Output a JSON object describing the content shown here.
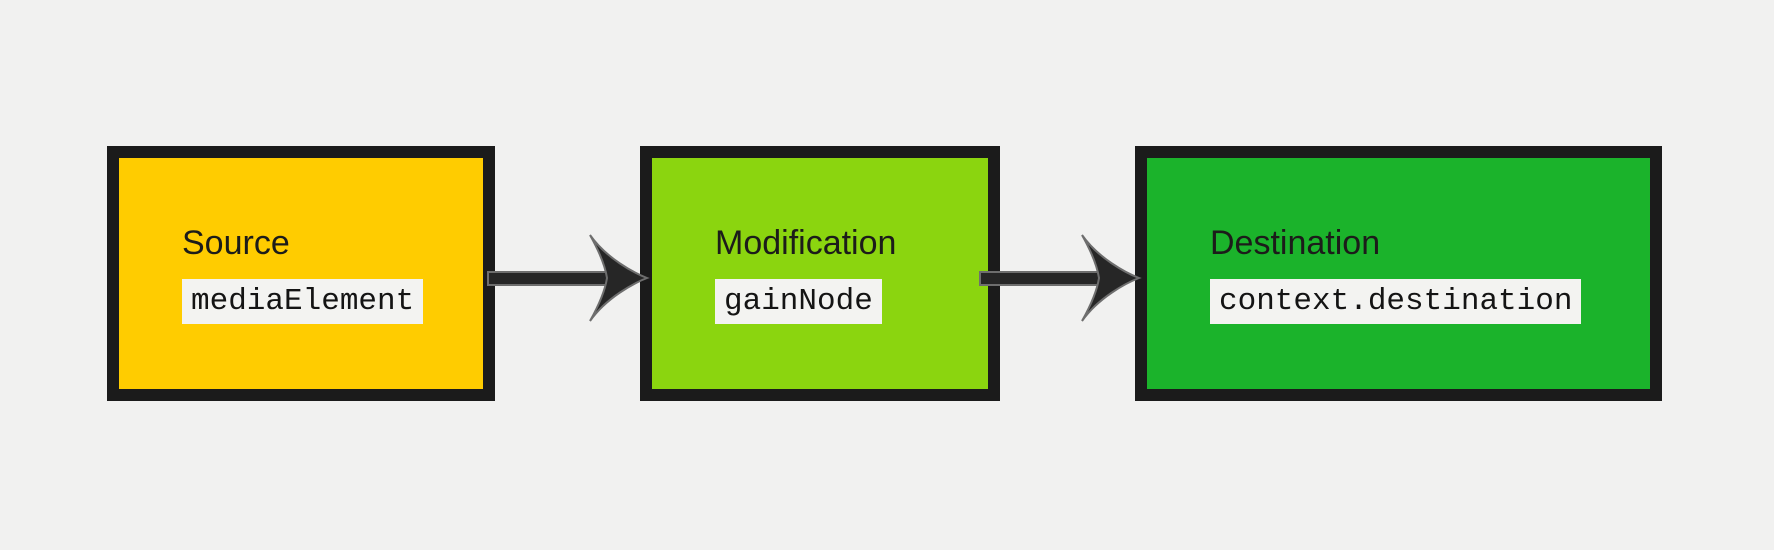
{
  "canvas": {
    "background": "#F1F1F0",
    "border_color": "#1B1B1B",
    "chip_bg": "#F3F3F1"
  },
  "diagram": {
    "nodes": [
      {
        "id": "source",
        "label": "Source",
        "code": "mediaElement",
        "fill": "#FFCC00"
      },
      {
        "id": "modification",
        "label": "Modification",
        "code": "gainNode",
        "fill": "#8BD50F"
      },
      {
        "id": "destination",
        "label": "Destination",
        "code": "context.destination",
        "fill": "#1BB32B"
      }
    ],
    "arrow": {
      "fill": "#262626",
      "outline": "#6E6E6E"
    },
    "flow": [
      "source -> modification",
      "modification -> destination"
    ]
  }
}
